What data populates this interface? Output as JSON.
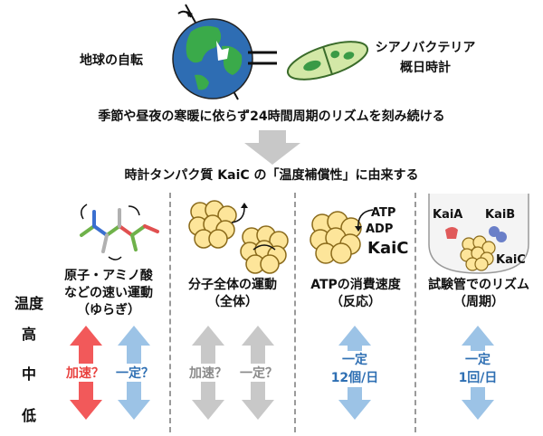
{
  "top": {
    "earth_label": "地球の自転",
    "equals": "＝",
    "cyano_label_1": "シアノバクテリア",
    "cyano_label_2": "概日時計"
  },
  "statement": "季節や昼夜の寒暖に依らず24時間周期のリズムを刻み続ける",
  "origin": "時計タンパク質 KaiC の「温度補償性」に由来する",
  "levels": {
    "header": "温度",
    "high": "高",
    "mid": "中",
    "low": "低"
  },
  "columns": [
    {
      "label_1": "原子・アミノ酸",
      "label_2": "などの速い運動",
      "label_3": "（ゆらぎ）",
      "arrow_left_text": "加速？",
      "arrow_right_text": "一定？"
    },
    {
      "label_1": "分子全体の運動",
      "label_2": "（全体）",
      "arrow_left_text": "加速？",
      "arrow_right_text": "一定？"
    },
    {
      "label_1": "ATPの消費速度",
      "label_2": "（反応）",
      "arrow_text_1": "一定",
      "arrow_text_2": "12個/日",
      "atp": "ATP",
      "adp": "ADP",
      "kaic": "KaiC"
    },
    {
      "label_1": "試験管でのリズム",
      "label_2": "（周期）",
      "arrow_text_1": "一定",
      "arrow_text_2": "1回/日",
      "kaia": "KaiA",
      "kaib": "KaiB",
      "kaic": "KaiC"
    }
  ],
  "colors": {
    "red_arrow": "#f2595a",
    "blue_arrow": "#9cc3e6",
    "gray_arrow": "#c8c8c8",
    "earth_ocean": "#2e6db3",
    "earth_land": "#3aaa4a",
    "cyano_fill": "#d3e8a7",
    "kaic_fill": "#fde59a"
  }
}
